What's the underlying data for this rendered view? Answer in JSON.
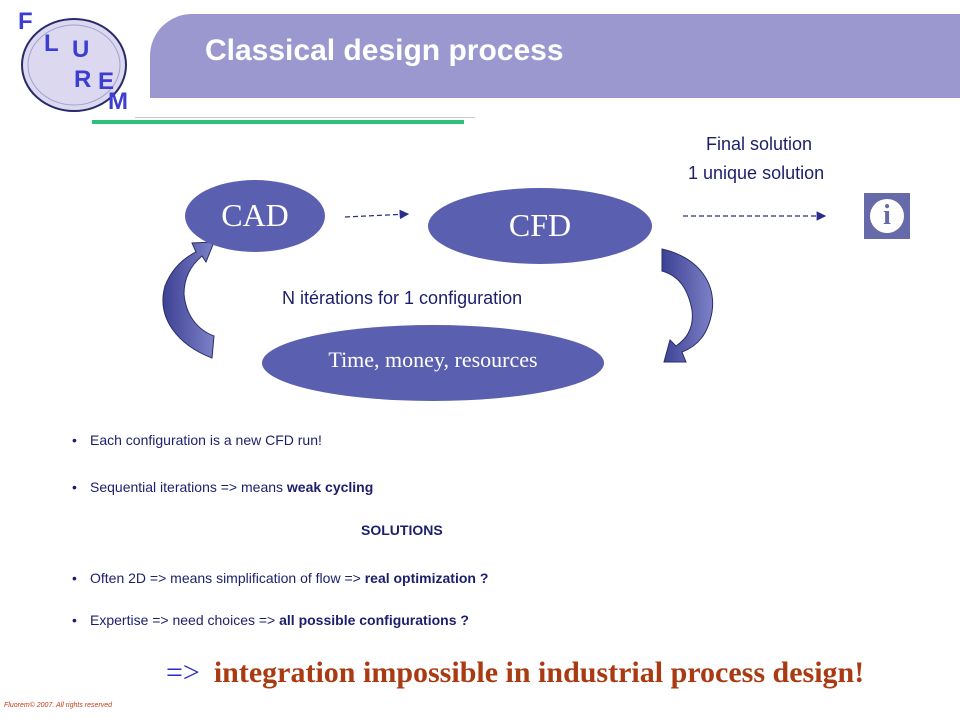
{
  "slide": {
    "title": "Classical design process",
    "colors": {
      "header": "#9a98cf",
      "ellipse": "#5a5fb0",
      "accent_text": "#a93a12",
      "body_text": "#1b1f6b",
      "rule": "#2fbf7a"
    }
  },
  "logo": {
    "letters": [
      "F",
      "L",
      "U",
      "R",
      "E",
      "M"
    ]
  },
  "flow": {
    "cad": "CAD",
    "cfd": "CFD",
    "time": "Time, money, resources",
    "final_solution": "Final solution",
    "unique_solution": "1 unique solution",
    "iterations": "N itérations  for 1 configuration",
    "info_icon": "i"
  },
  "bullets": {
    "b1": {
      "text": "Each configuration is a new CFD run!"
    },
    "b2": {
      "text": "Sequential iterations => means ",
      "bold": "weak cycling"
    },
    "solutions": "SOLUTIONS",
    "b3": {
      "text": "Often 2D => means simplification of flow => ",
      "bold": "real optimization ?"
    },
    "b4": {
      "text": "Expertise => need choices => ",
      "bold": "all possible configurations ?"
    }
  },
  "conclusion": {
    "arrow": "=>",
    "text": "integration impossible in industrial process design!"
  },
  "footer": {
    "copyright": "Fluorem©  2007.  All rights reserved"
  }
}
